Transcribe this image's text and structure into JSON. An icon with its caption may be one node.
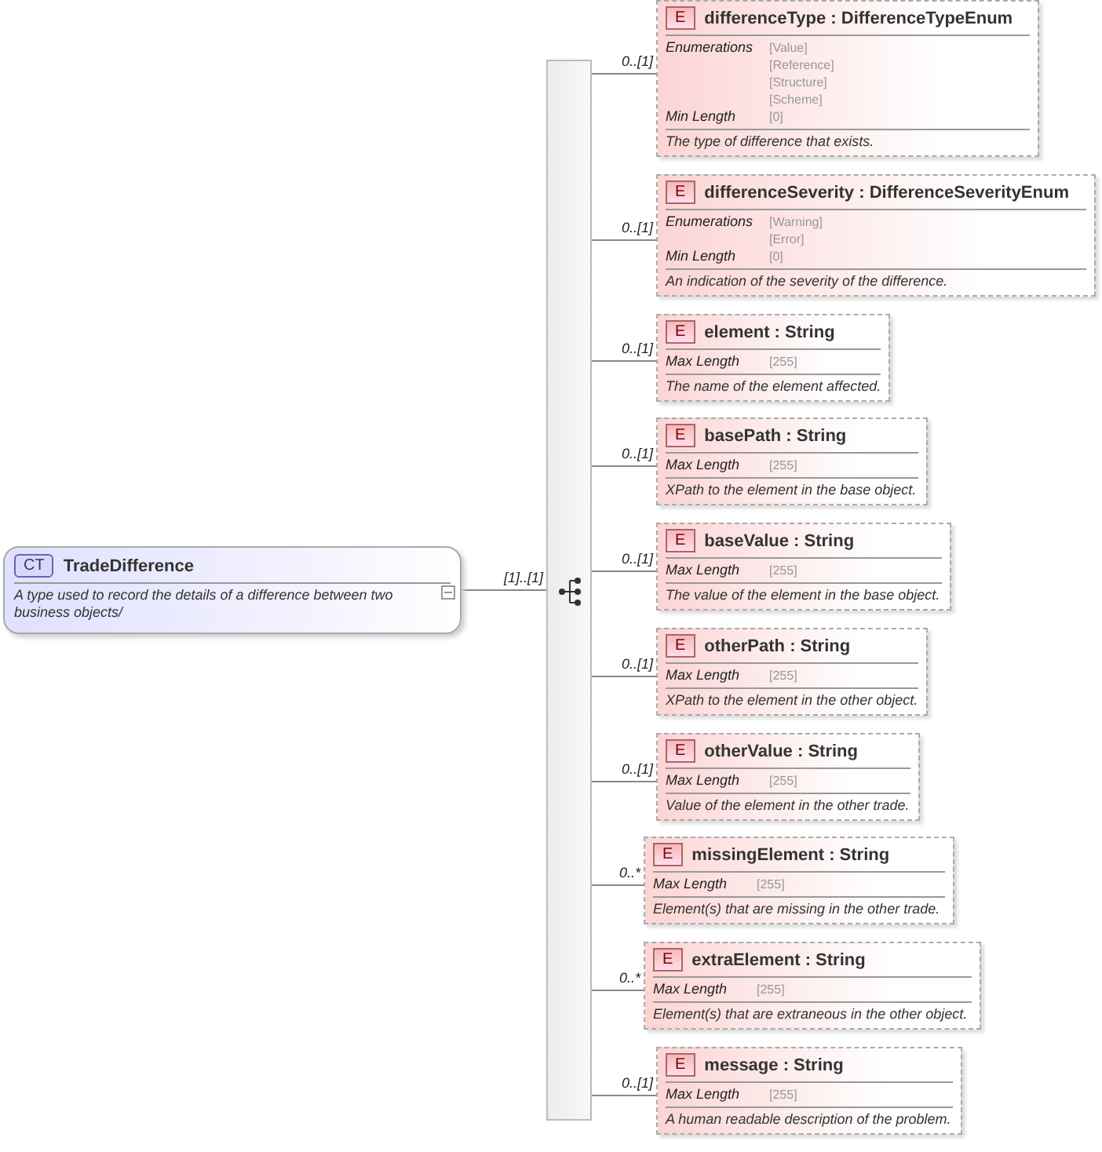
{
  "diagram": {
    "nodes": [
      {
        "text": [
          "CT",
          "TradeDifference",
          "A type used to record the details of a difference between two business objects/"
        ]
      },
      {
        "text": [],
        "shape": "bar"
      },
      {
        "text": [
          "E",
          "differenceType : DifferenceTypeEnum",
          "Enumerations",
          "[Value]",
          "[Reference]",
          "[Structure]",
          "[Scheme]",
          "Min Length",
          "[0]",
          "The type of difference that exists."
        ]
      },
      {
        "text": [
          "E",
          "differenceSeverity : DifferenceSeverityEnum",
          "Enumerations",
          "[Warning]",
          "[Error]",
          "Min Length",
          "[0]",
          "An indication of the severity of the difference."
        ]
      },
      {
        "text": [
          "E",
          "element  : String",
          "Max Length",
          "[255]",
          "The name of the element affected."
        ]
      },
      {
        "text": [
          "E",
          "basePath : String",
          "Max Length",
          "[255]",
          "XPath to the element in the base object."
        ]
      },
      {
        "text": [
          "E",
          "baseValue : String",
          "Max Length",
          "[255]",
          "The value of the element in the base object."
        ]
      },
      {
        "text": [
          "E",
          "otherPath : String",
          "Max Length",
          "[255]",
          "XPath to the element in the other object."
        ]
      },
      {
        "text": [
          "E",
          "otherValue : String",
          "Max Length",
          "[255]",
          "Value of the element in the other trade."
        ]
      },
      {
        "text": [
          "E",
          "missingElement : String",
          "Max Length",
          "[255]",
          "Element(s) that are missing in the other trade."
        ]
      },
      {
        "text": [
          "E",
          "extraElement : String",
          "Max Length",
          "[255]",
          "Element(s) that are extraneous in the other object."
        ]
      },
      {
        "text": [
          "E",
          "message : String",
          "Max Length",
          "[255]",
          "A human readable description of the problem."
        ]
      }
    ],
    "edges": [
      {
        "from": 0,
        "to": 1,
        "arrow": "none",
        "label": "[1]..[1]"
      },
      {
        "from": 1,
        "to": 2,
        "arrow": "none",
        "label": "0..[1]"
      },
      {
        "from": 1,
        "to": 3,
        "arrow": "none",
        "label": "0..[1]"
      },
      {
        "from": 1,
        "to": 4,
        "arrow": "none",
        "label": "0..[1]"
      },
      {
        "from": 1,
        "to": 5,
        "arrow": "none",
        "label": "0..[1]"
      },
      {
        "from": 1,
        "to": 6,
        "arrow": "none",
        "label": "0..[1]"
      },
      {
        "from": 1,
        "to": 7,
        "arrow": "none",
        "label": "0..[1]"
      },
      {
        "from": 1,
        "to": 8,
        "arrow": "none",
        "label": "0..[1]"
      },
      {
        "from": 1,
        "to": 9,
        "arrow": "none",
        "label": "0..*"
      },
      {
        "from": 1,
        "to": 10,
        "arrow": "none",
        "label": "0..*"
      },
      {
        "from": 1,
        "to": 11,
        "arrow": "none",
        "label": "0..[1]"
      }
    ]
  }
}
